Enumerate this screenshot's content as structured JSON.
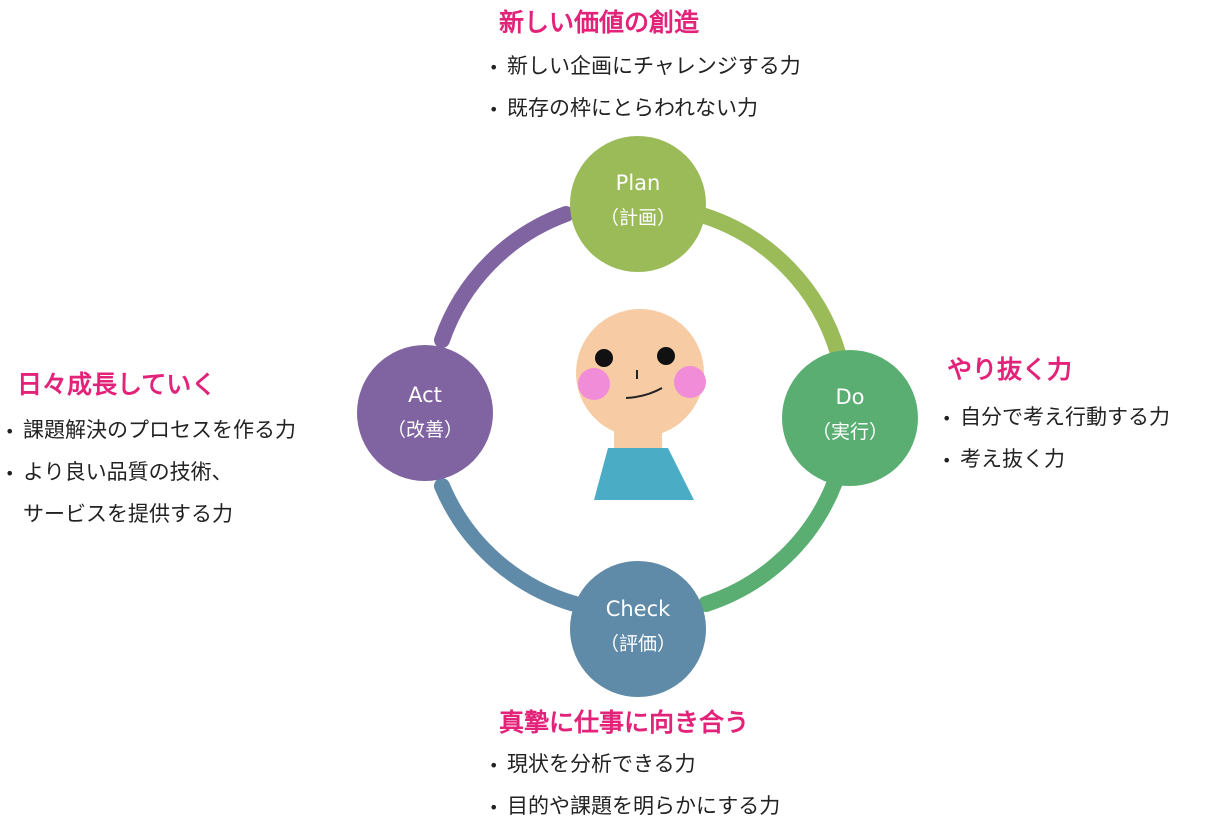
{
  "colors": {
    "accent_text": "#e3237a",
    "plan": "#9bbb59",
    "do": "#5aae72",
    "check": "#5f8aa8",
    "act": "#8064a2",
    "face": "#f7cba4",
    "cheek": "#f08cd8",
    "shirt": "#4bacc6"
  },
  "cycle": {
    "plan": {
      "label": "Plan",
      "sub": "（計画）"
    },
    "do": {
      "label": "Do",
      "sub": "（実行）"
    },
    "check": {
      "label": "Check",
      "sub": "（評価）"
    },
    "act": {
      "label": "Act",
      "sub": "（改善）"
    }
  },
  "blocks": {
    "top": {
      "title": "新しい価値の創造",
      "items": [
        "新しい企画にチャレンジする力",
        "既存の枠にとらわれない力"
      ]
    },
    "right": {
      "title": "やり抜く力",
      "items": [
        "自分で考え行動する力",
        "考え抜く力"
      ]
    },
    "left": {
      "title": "日々成長していく",
      "items": [
        "課題解決のプロセスを作る力",
        "より良い品質の技術、",
        "サービスを提供する力"
      ]
    },
    "bottom": {
      "title": "真摯に仕事に向き合う",
      "items": [
        "現状を分析できる力",
        "目的や課題を明らかにする力"
      ]
    }
  },
  "bullet_glyph": "•"
}
